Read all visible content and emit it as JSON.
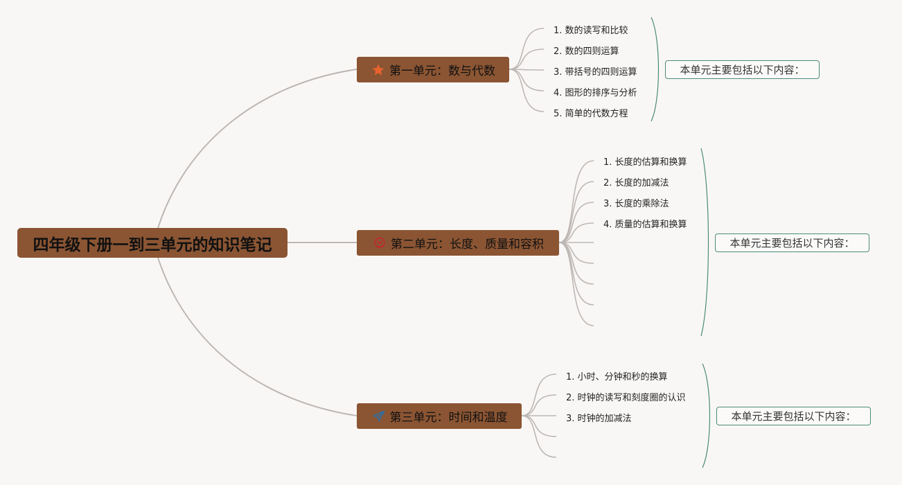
{
  "root": {
    "title": "四年级下册一到三单元的知识笔记"
  },
  "units": [
    {
      "title": "第一单元：数与代数",
      "icon": "star-icon",
      "icon_color": "#e8622d",
      "summary": "本单元主要包括以下内容：",
      "items": [
        "1. 数的读写和比较",
        "2. 数的四则运算",
        "3. 带括号的四则运算",
        "4. 图形的排序与分析",
        "5. 简单的代数方程"
      ]
    },
    {
      "title": "第二单元：长度、质量和容积",
      "icon": "ruler-icon",
      "icon_color": "#c0282d",
      "summary": "本单元主要包括以下内容：",
      "items": [
        "1. 长度的估算和换算",
        "2. 长度的加减法",
        "3. 长度的乘除法",
        "4. 质量的估算和换算",
        "",
        "",
        "",
        "",
        ""
      ]
    },
    {
      "title": "第三单元：时间和温度",
      "icon": "paper-plane-icon",
      "icon_color": "#2f6ea0",
      "summary": "本单元主要包括以下内容：",
      "items": [
        "1. 小时、分钟和秒的换算",
        "2. 时钟的读写和刻度圈的认识",
        "3. 时钟的加减法",
        "",
        ""
      ]
    }
  ],
  "colors": {
    "node_fill": "#8b5533",
    "connector": "#bdb7b3",
    "bracket": "#4a8a78",
    "background": "#f9f7f6"
  }
}
